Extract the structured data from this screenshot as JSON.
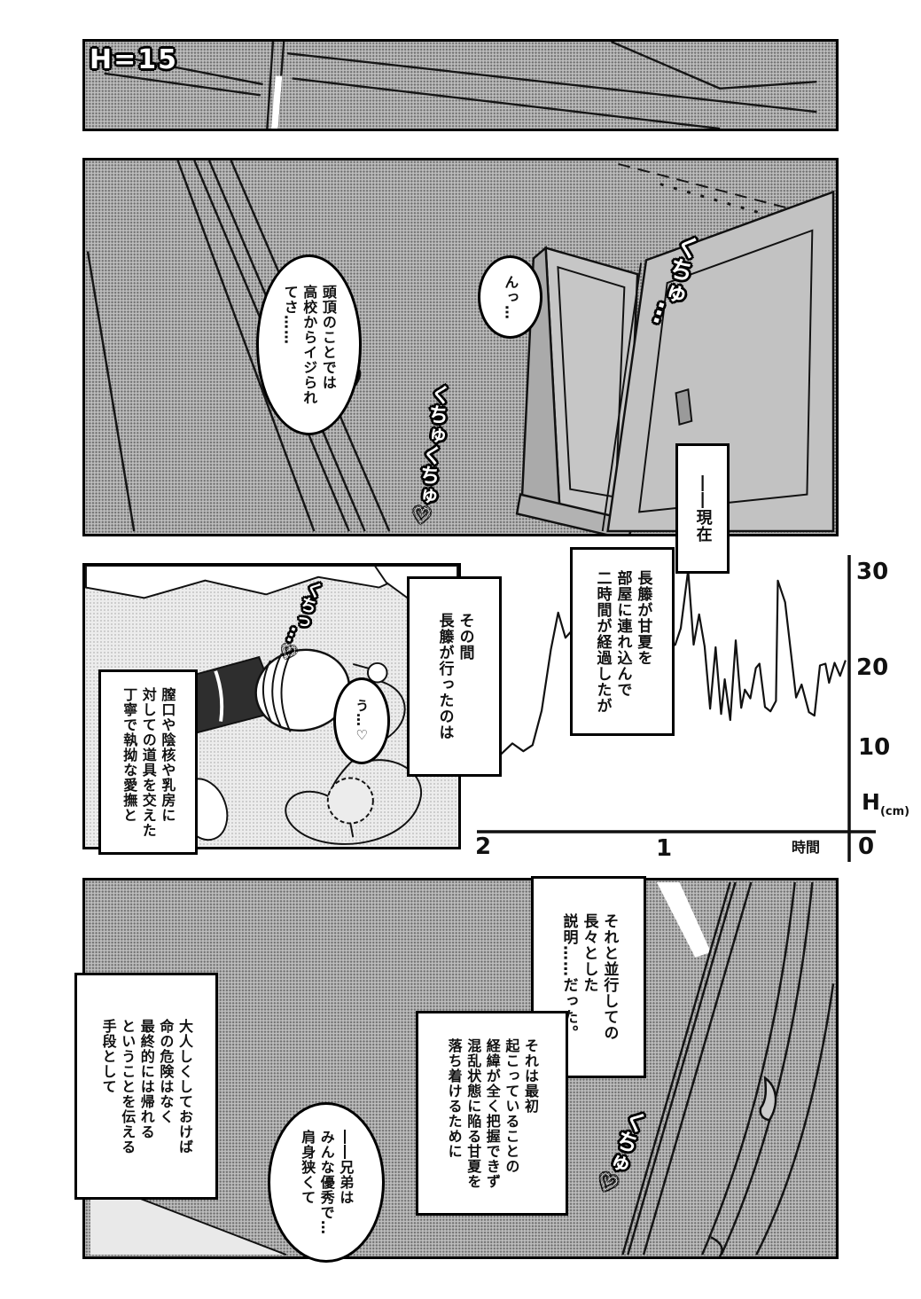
{
  "page": {
    "bg": "#ffffff",
    "ink": "#111111",
    "tone_dark": "#bdbdbd",
    "tone_light": "#ececec"
  },
  "panel1": {
    "sfx_height": "H=15"
  },
  "panel2": {
    "bubble_teased": {
      "lines": [
        "頭頂のことでは",
        "高校からイジられ",
        "てさ……"
      ]
    },
    "bubble_moan": {
      "lines": [
        "んっ…"
      ]
    },
    "sfx_kuchu_small": "くちゅ…",
    "sfx_kuchu_double": "くちゅくちゅ♡",
    "caption_now": "――現在"
  },
  "mid": {
    "caption_elapsed": {
      "lines": [
        "長籐が甘夏を",
        "部屋に連れ込んで",
        "二時間が経過したが"
      ]
    },
    "caption_meanwhile": {
      "lines": [
        "その間",
        "長籐が行ったのは"
      ]
    },
    "caption_caress": {
      "lines": [
        "膣口や陰核や乳房に",
        "対しての道具を交えた",
        "丁寧で執拗な愛撫と"
      ]
    },
    "sfx_kuchi": "くちっ…♡",
    "bubble_u": {
      "lines": [
        "う…♡"
      ]
    }
  },
  "chart": {
    "y_ticks": [
      "30",
      "20",
      "10",
      "0"
    ],
    "x_ticks": [
      "2",
      "1"
    ],
    "x_axis_label": "時間",
    "y_axis_label": "H",
    "y_axis_unit": "(cm)"
  },
  "chart_data": {
    "type": "line",
    "title": "",
    "xlabel": "時間 (hours, 0 at right side)",
    "ylabel": "H (cm)",
    "xlim": [
      2,
      0
    ],
    "ylim": [
      0,
      30
    ],
    "grid": false,
    "legend": false,
    "points": [
      [
        2.0,
        8.8
      ],
      [
        1.95,
        9.6
      ],
      [
        1.9,
        9.0
      ],
      [
        1.84,
        10.2
      ],
      [
        1.78,
        9.3
      ],
      [
        1.73,
        10.0
      ],
      [
        1.68,
        14.0
      ],
      [
        1.63,
        21.0
      ],
      [
        1.59,
        25.3
      ],
      [
        1.55,
        22.4
      ],
      [
        1.52,
        23.1
      ],
      [
        1.48,
        22.2
      ],
      [
        1.44,
        22.9
      ],
      [
        1.4,
        23.2
      ],
      [
        1.2,
        22.0
      ],
      [
        1.0,
        21.0
      ],
      [
        0.95,
        21.6
      ],
      [
        0.92,
        23.5
      ],
      [
        0.88,
        30.2
      ],
      [
        0.85,
        21.6
      ],
      [
        0.82,
        25.1
      ],
      [
        0.79,
        21.4
      ],
      [
        0.76,
        14.2
      ],
      [
        0.73,
        21.3
      ],
      [
        0.7,
        13.6
      ],
      [
        0.68,
        17.6
      ],
      [
        0.65,
        12.9
      ],
      [
        0.62,
        22.1
      ],
      [
        0.59,
        14.3
      ],
      [
        0.57,
        16.4
      ],
      [
        0.54,
        15.4
      ],
      [
        0.51,
        18.9
      ],
      [
        0.49,
        19.4
      ],
      [
        0.46,
        14.4
      ],
      [
        0.43,
        13.9
      ],
      [
        0.4,
        15.1
      ],
      [
        0.39,
        29.0
      ],
      [
        0.35,
        26.5
      ],
      [
        0.29,
        15.5
      ],
      [
        0.26,
        17.0
      ],
      [
        0.22,
        13.8
      ],
      [
        0.19,
        13.4
      ],
      [
        0.16,
        19.2
      ],
      [
        0.13,
        19.4
      ],
      [
        0.11,
        17.2
      ],
      [
        0.08,
        19.5
      ],
      [
        0.05,
        18.0
      ],
      [
        0.02,
        19.8
      ]
    ]
  },
  "panel4": {
    "caption_parallel": {
      "lines": [
        "それと並行しての",
        "長々とした",
        "説明……だった。"
      ]
    },
    "caption_reason": {
      "lines": [
        "それは最初",
        "起こっていることの",
        "経緯が全く把握できず",
        "混乱状態に陥る甘夏を",
        "落ち着けるために"
      ]
    },
    "caption_means": {
      "lines": [
        "大人しくしておけば",
        "命の危険はなく",
        "最終的には帰れる",
        "ということを伝える",
        "手段として"
      ]
    },
    "bubble_brothers": {
      "lines": [
        "――兄弟は",
        "みんな優秀で…",
        "肩身狭くて"
      ]
    },
    "sfx_kuchu": "くちゅ♡"
  }
}
